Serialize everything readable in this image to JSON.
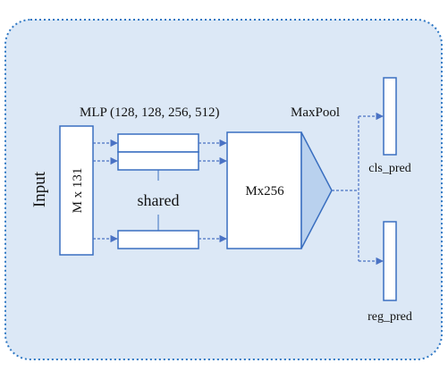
{
  "diagram": {
    "input_label": "Input",
    "input_dims": "M x 131",
    "mlp_label": "MLP (128, 128, 256, 512)",
    "shared_label": "shared",
    "feature_label": "Mx256",
    "maxpool_label": "MaxPool",
    "cls_label": "cls_pred",
    "reg_label": "reg_pred"
  },
  "colors": {
    "panel_fill": "#dce8f6",
    "panel_border": "#2f78c4",
    "arrow": "#4a72c4",
    "box_border": "#3a6fc0",
    "pool_fill": "#b9d1ee"
  }
}
